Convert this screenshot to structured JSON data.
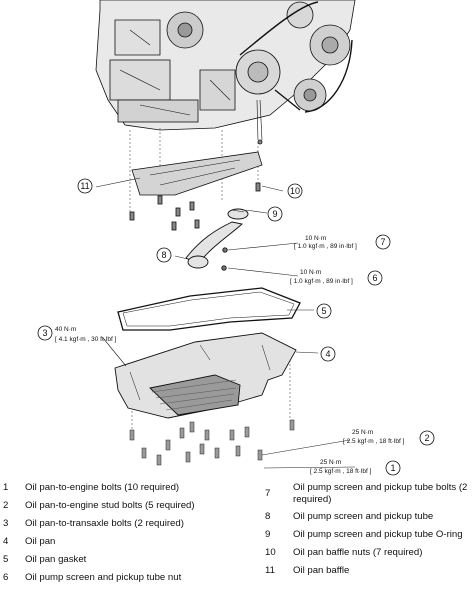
{
  "callouts": {
    "c1": "1",
    "c2": "2",
    "c3": "3",
    "c4": "4",
    "c5": "5",
    "c6": "6",
    "c7": "7",
    "c8": "8",
    "c9": "9",
    "c10": "10",
    "c11": "11"
  },
  "torque": {
    "t7_nm": "10 N·m",
    "t7_alt": "[ 1.0 kgf·m , 89 in·lbf ]",
    "t6_nm": "10 N·m",
    "t6_alt": "[ 1.0 kgf·m , 89 in·lbf ]",
    "t3_nm": "40 N·m",
    "t3_alt": "[ 4.1 kgf·m , 30 ft·lbf ]",
    "t2_nm": "25 N·m",
    "t2_alt": "[ 2.5 kgf·m , 18 ft·lbf ]",
    "t1_nm": "25 N·m",
    "t1_alt": "[ 2.5 kgf·m , 18 ft·lbf ]"
  },
  "legend": {
    "left": [
      {
        "num": "1",
        "text": "Oil pan-to-engine bolts (10 required)"
      },
      {
        "num": "2",
        "text": "Oil pan-to-engine stud bolts (5 required)"
      },
      {
        "num": "3",
        "text": "Oil pan-to-transaxle bolts (2 required)"
      },
      {
        "num": "4",
        "text": "Oil pan"
      },
      {
        "num": "5",
        "text": "Oil pan gasket"
      },
      {
        "num": "6",
        "text": "Oil pump screen and pickup tube nut"
      }
    ],
    "right": [
      {
        "num": "7",
        "text": "Oil pump screen and pickup tube bolts (2 required)"
      },
      {
        "num": "8",
        "text": "Oil pump screen and pickup tube"
      },
      {
        "num": "9",
        "text": "Oil pump screen and pickup tube O-ring"
      },
      {
        "num": "10",
        "text": "Oil pan baffle nuts (7 required)"
      },
      {
        "num": "11",
        "text": "Oil pan baffle"
      }
    ]
  }
}
